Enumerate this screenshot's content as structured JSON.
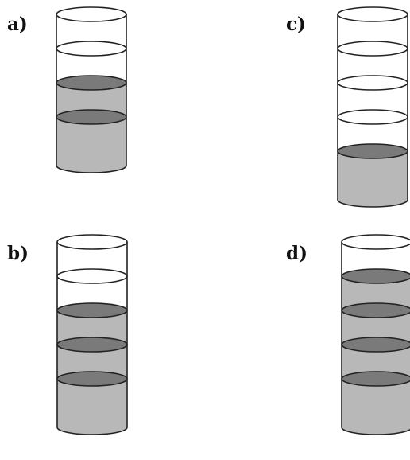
{
  "figure": {
    "colors": {
      "liquid_fill": "#b8b8b8",
      "liquid_surface": "#7a7a7a",
      "empty_fill": "#ffffff",
      "outline": "#222222"
    },
    "panels": [
      {
        "label": "a)",
        "levels_total": 4,
        "levels_filled": 2
      },
      {
        "label": "b)",
        "levels_total": 5,
        "levels_filled": 3
      },
      {
        "label": "c)",
        "levels_total": 5,
        "levels_filled": 1
      },
      {
        "label": "d)",
        "levels_total": 5,
        "levels_filled": 4
      }
    ]
  }
}
